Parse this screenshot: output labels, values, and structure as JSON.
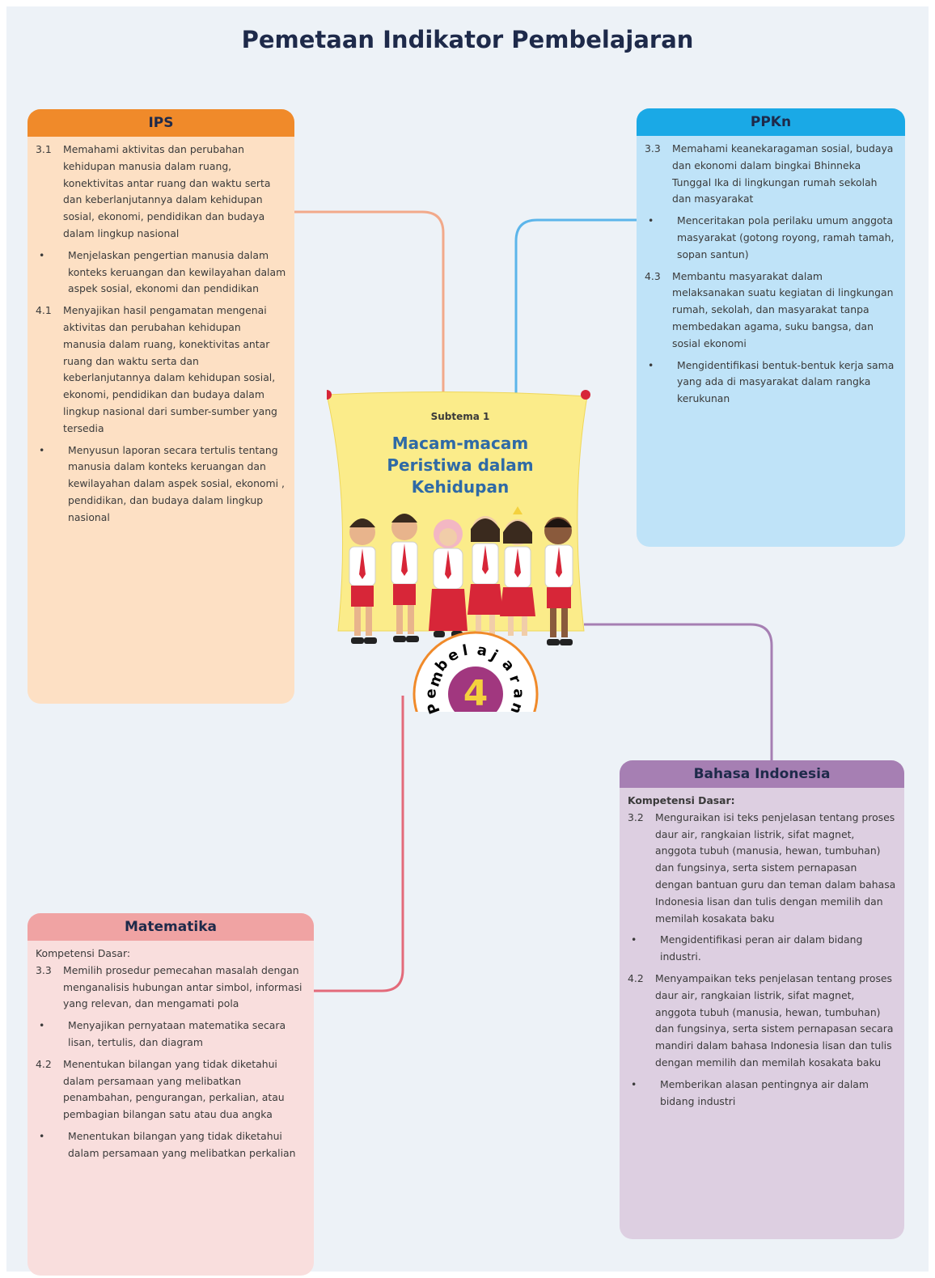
{
  "title": "Pemetaan Indikator Pembelajaran",
  "center": {
    "subtema_label": "Subtema 1",
    "subtema_title": [
      "Macam-macam",
      "Peristiwa dalam",
      "Kehidupan"
    ],
    "pembelajaran_word": "Pembelajaran",
    "number": "4"
  },
  "colors": {
    "ips": "#f08a2a",
    "ppkn": "#1aa9e6",
    "bahasa_indonesia": "#a67fb3",
    "matematika": "#f0a3a3",
    "number_badge": "#a1377f"
  },
  "ips": {
    "heading": "IPS",
    "items": [
      {
        "marker": "3.1",
        "text": "Memahami aktivitas dan perubahan kehidupan manusia dalam ruang, konektivitas antar ruang dan waktu serta dan keberlanjutannya dalam kehidupan sosial, ekonomi, pendidikan dan budaya dalam lingkup nasional"
      },
      {
        "marker": "•",
        "text": "Menjelaskan pengertian manusia dalam konteks keruangan  dan kewilayahan dalam aspek sosial, ekonomi dan pendidikan"
      },
      {
        "marker": "4.1",
        "text": "Menyajikan hasil pengamatan mengenai aktivitas dan perubahan kehidupan manusia dalam ruang, konektivitas antar ruang dan waktu serta dan keberlanjutannya dalam kehidupan sosial, ekonomi, pendidikan dan budaya dalam lingkup nasional dari sumber-sumber yang tersedia"
      },
      {
        "marker": "•",
        "text": "Menyusun laporan secara tertulis tentang manusia dalam konteks keruangan dan kewilayahan  dalam aspek sosial, ekonomi , pendidikan, dan budaya dalam lingkup nasional"
      }
    ]
  },
  "ppkn": {
    "heading": "PPKn",
    "items": [
      {
        "marker": "3.3",
        "text": "Memahami keanekaragaman sosial, budaya dan ekonomi dalam bingkai Bhinneka Tunggal Ika di lingkungan rumah sekolah dan masyarakat"
      },
      {
        "marker": "•",
        "text": "Menceritakan pola perilaku umum anggota masyarakat (gotong royong, ramah tamah, sopan santun)"
      },
      {
        "marker": "4.3",
        "text": "Membantu masyarakat dalam melaksanakan suatu kegiatan di lingkungan rumah, sekolah, dan masyarakat tanpa membedakan agama, suku bangsa, dan sosial ekonomi"
      },
      {
        "marker": "•",
        "text": "Mengidentifikasi bentuk-bentuk kerja sama yang ada di masyarakat dalam rangka kerukunan"
      }
    ]
  },
  "bahasa_indonesia": {
    "heading": "Bahasa Indonesia",
    "kd_label": "Kompetensi Dasar:",
    "items": [
      {
        "marker": "3.2",
        "text": "Menguraikan isi teks penjelasan tentang proses daur air, rangkaian listrik, sifat magnet, anggota tubuh (manusia, hewan, tumbuhan) dan fungsinya, serta sistem pernapasan dengan bantuan guru dan teman dalam bahasa Indonesia lisan dan tulis dengan memilih dan memilah kosakata baku"
      },
      {
        "marker": "•",
        "text": "Mengidentifikasi peran air dalam bidang industri."
      },
      {
        "marker": "4.2",
        "text": "Menyampaikan teks penjelasan tentang proses daur air, rangkaian listrik, sifat magnet, anggota tubuh (manusia, hewan, tumbuhan) dan fungsinya, serta sistem pernapasan secara mandiri dalam bahasa Indonesia lisan dan tulis dengan memilih dan memilah kosakata baku"
      },
      {
        "marker": "•",
        "text": "Memberikan alasan pentingnya air dalam bidang industri"
      }
    ]
  },
  "matematika": {
    "heading": "Matematika",
    "kd_label": "Kompetensi Dasar:",
    "items": [
      {
        "marker": "3.3",
        "text": "Memilih prosedur pemecahan masalah dengan menganalisis hubungan antar simbol, informasi yang relevan, dan mengamati pola"
      },
      {
        "marker": "•",
        "text": "Menyajikan pernyataan matematika secara lisan, tertulis, dan diagram"
      },
      {
        "marker": "4.2",
        "text": "Menentukan bilangan yang tidak diketahui dalam persamaan yang melibatkan penambahan, pengurangan, perkalian, atau pembagian bilangan satu atau dua angka"
      },
      {
        "marker": "•",
        "text": "Menentukan bilangan yang tidak diketahui dalam persamaan yang melibatkan perkalian"
      }
    ]
  }
}
